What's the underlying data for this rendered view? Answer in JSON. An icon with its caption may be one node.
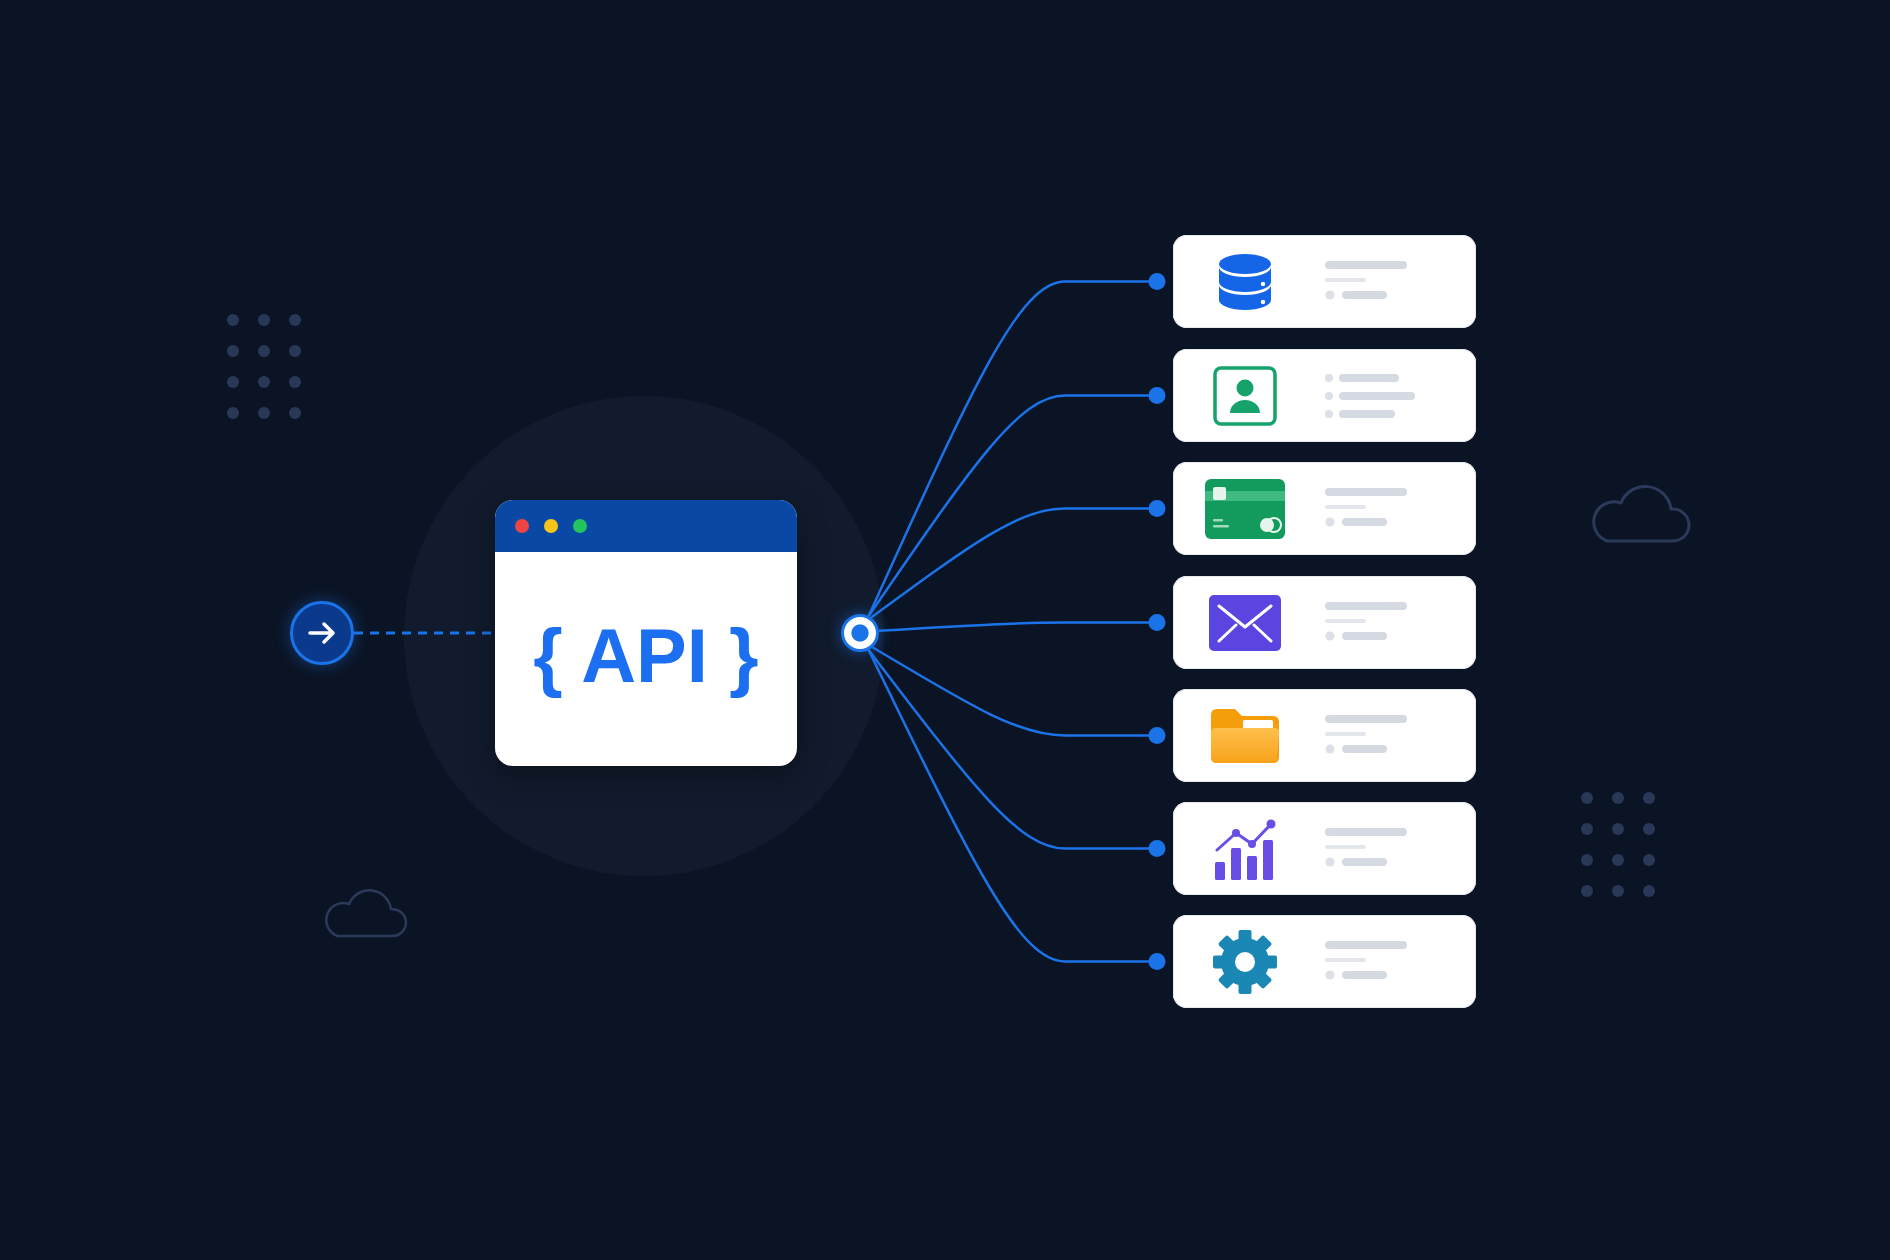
{
  "diagram": {
    "nodes": [
      {
        "text": [],
        "shape": "circle"
      },
      {
        "text": [
          "{ API }"
        ]
      },
      {
        "text": [],
        "shape": "circle"
      },
      {
        "text": [],
        "shape": "box"
      },
      {
        "text": [],
        "shape": "box"
      },
      {
        "text": [],
        "shape": "box"
      },
      {
        "text": [],
        "shape": "box"
      },
      {
        "text": [],
        "shape": "box"
      },
      {
        "text": [],
        "shape": "box"
      },
      {
        "text": [],
        "shape": "box"
      }
    ],
    "edges": [
      {
        "from": 0,
        "to": 1,
        "arrow": "none",
        "style": "dashed"
      },
      {
        "from": 2,
        "to": 3,
        "arrow": "other"
      },
      {
        "from": 2,
        "to": 4,
        "arrow": "other"
      },
      {
        "from": 2,
        "to": 5,
        "arrow": "other"
      },
      {
        "from": 2,
        "to": 6,
        "arrow": "other"
      },
      {
        "from": 2,
        "to": 7,
        "arrow": "other"
      },
      {
        "from": 2,
        "to": 8,
        "arrow": "other"
      },
      {
        "from": 2,
        "to": 9,
        "arrow": "other"
      }
    ]
  }
}
